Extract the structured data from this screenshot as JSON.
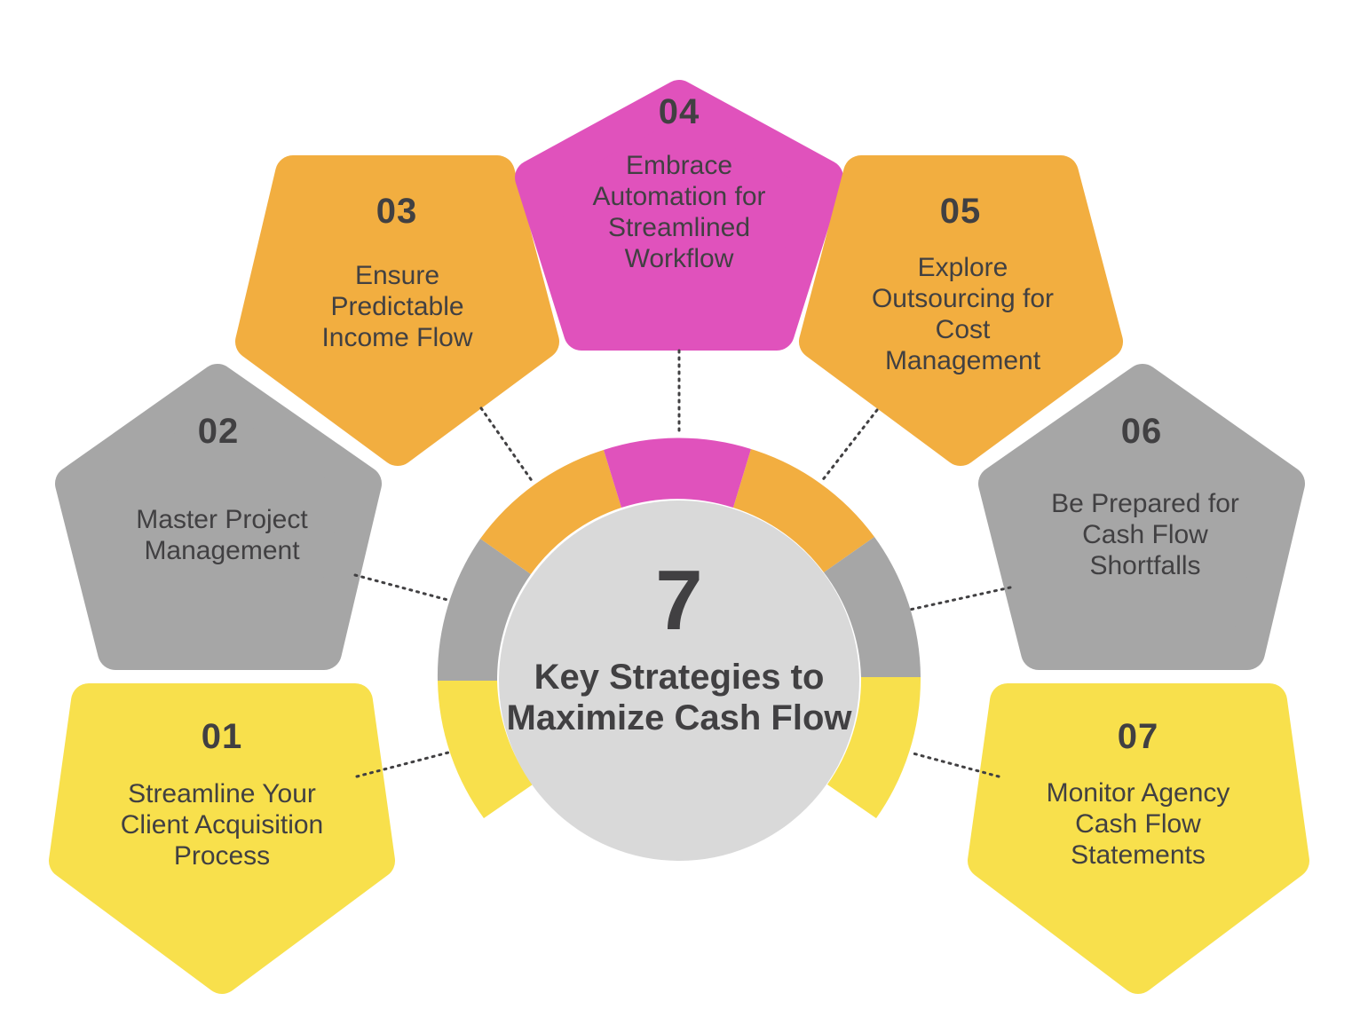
{
  "center": {
    "number": "7",
    "title": "Key Strategies to Maximize Cash Flow"
  },
  "colors": {
    "yellow": "#F8E04C",
    "gray": "#A6A6A6",
    "orange": "#F2AE40",
    "magenta": "#E052BC",
    "center_fill": "#D9D9D9",
    "text": "#414042"
  },
  "strategies": [
    {
      "number": "01",
      "title": "Streamline Your Client Acquisition Process",
      "color": "yellow"
    },
    {
      "number": "02",
      "title": "Master Project Management",
      "color": "gray"
    },
    {
      "number": "03",
      "title": "Ensure Predictable Income Flow",
      "color": "orange"
    },
    {
      "number": "04",
      "title": "Embrace Automation for Streamlined Workflow",
      "color": "magenta"
    },
    {
      "number": "05",
      "title": "Explore Outsourcing for Cost Management",
      "color": "orange"
    },
    {
      "number": "06",
      "title": "Be Prepared for Cash Flow Shortfalls",
      "color": "gray"
    },
    {
      "number": "07",
      "title": "Monitor Agency Cash Flow Statements",
      "color": "yellow"
    }
  ]
}
